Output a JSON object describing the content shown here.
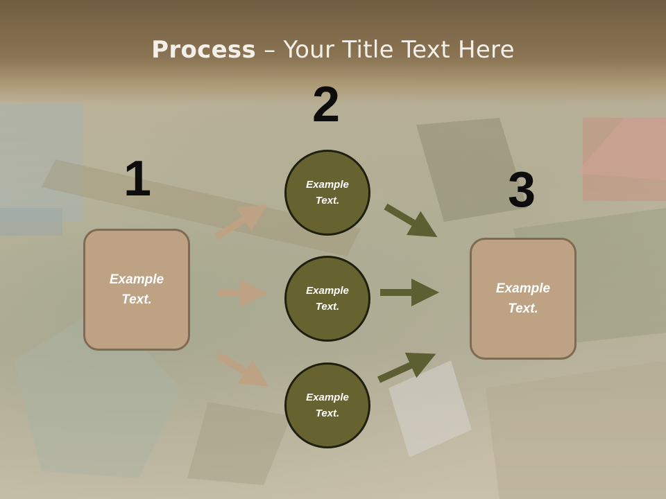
{
  "slide": {
    "title_bold": "Process",
    "title_rest": " – Your Title Text Here",
    "steps": [
      {
        "number": "1",
        "label": "Example\nText."
      },
      {
        "number": "2"
      },
      {
        "number": "3",
        "label": "Example\nText."
      }
    ],
    "circles": [
      {
        "label": "Example\nText."
      },
      {
        "label": "Example\nText."
      },
      {
        "label": "Example\nText."
      }
    ],
    "colors": {
      "box_fill": "#bda284",
      "circle_fill": "#666331",
      "arrow_left": "#bda284",
      "arrow_right": "#5c5f32",
      "title_band": "#8a7453"
    }
  }
}
